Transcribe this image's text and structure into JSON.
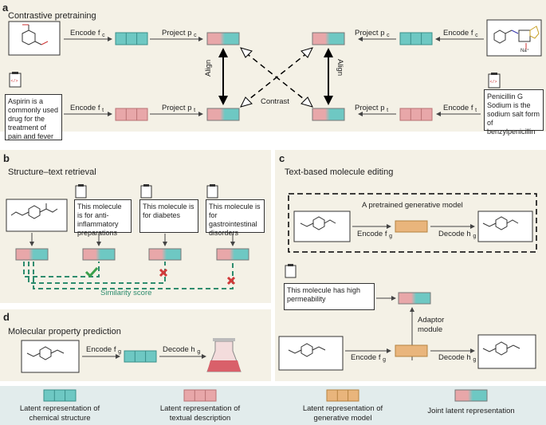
{
  "colors": {
    "teal": "#6ec8c3",
    "pink": "#e8a7a9",
    "orange": "#e9b57c",
    "panel_bg": "#f4f1e6",
    "legend_bg": "#e2ecec",
    "dash_green": "#2e8c6e"
  },
  "panel_a": {
    "label": "a",
    "title": "Contrastive pretraining",
    "encode_c": "Encode f",
    "encode_c_sub": "c",
    "encode_t": "Encode f",
    "encode_t_sub": "t",
    "project_c": "Project p",
    "project_c_sub": "c",
    "project_t": "Project p",
    "project_t_sub": "t",
    "align": "Align",
    "contrast": "Contrast",
    "left_text": "Aspirin is a commonly used drug for the treatment of pain and fever",
    "right_text": "Penicillin G Sodium is the sodium salt form of benzylpenicillin",
    "na_label": "Na⁺"
  },
  "panel_b": {
    "label": "b",
    "title": "Structure–text retrieval",
    "texts": [
      "This molecule is for anti-inflammatory preparations",
      "This molecule is for diabetes",
      "This molecule is for gastrointestinal disorders"
    ],
    "similarity": "Similarity score"
  },
  "panel_c": {
    "label": "c",
    "title": "Text-based molecule editing",
    "pretrained": "A pretrained generative model",
    "encode_g": "Encode f",
    "encode_g_sub": "g",
    "decode_g": "Decode h",
    "decode_g_sub": "g",
    "text": "This molecule has high permeability",
    "adaptor": "Adaptor module"
  },
  "panel_d": {
    "label": "d",
    "title": "Molecular property prediction",
    "encode_g": "Encode f",
    "encode_g_sub": "g",
    "decode_g": "Decode h",
    "decode_g_sub": "g"
  },
  "legend": {
    "items": [
      "Latent representation of chemical structure",
      "Latent representation of textual description",
      "Latent representation of generative model",
      "Joint latent representation"
    ]
  }
}
